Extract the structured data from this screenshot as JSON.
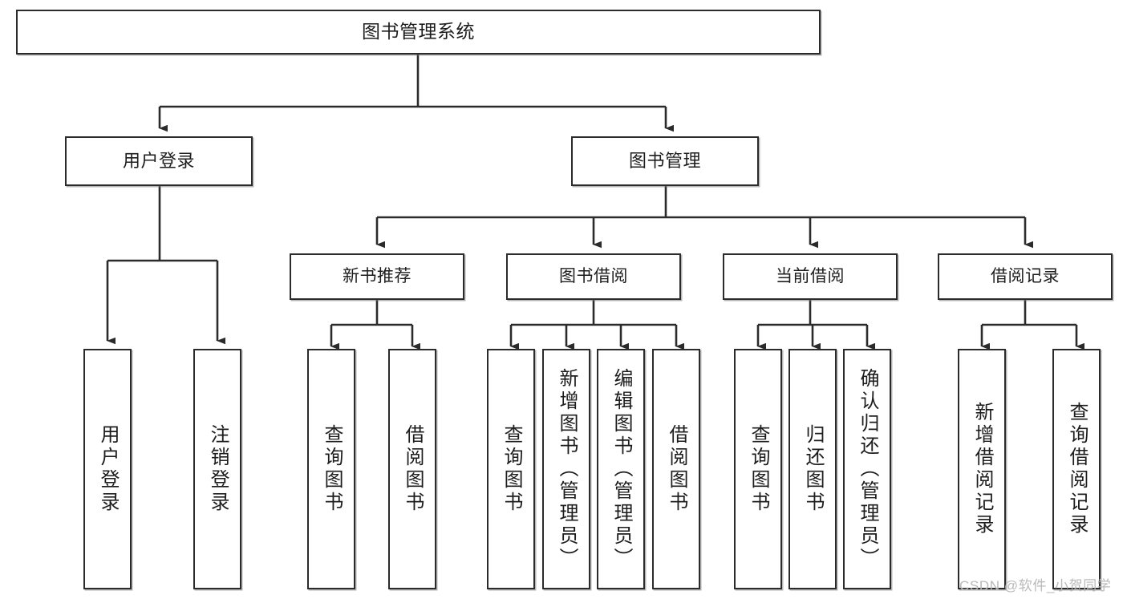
{
  "diagram": {
    "title": "图书管理系统",
    "type": "hierarchy-tree",
    "orientation": "top-down",
    "colors": {
      "box_border": "#2b2b2b",
      "box_fill": "#ffffff",
      "connector": "#2b2b2b",
      "text": "#1d1d1d",
      "watermark": "#b9b9b9",
      "background": "#ffffff"
    },
    "root": {
      "label": "图书管理系统"
    },
    "level2": [
      {
        "label": "用户登录"
      },
      {
        "label": "图书管理"
      }
    ],
    "level3": [
      {
        "label": "新书推荐"
      },
      {
        "label": "图书借阅"
      },
      {
        "label": "当前借阅"
      },
      {
        "label": "借阅记录"
      }
    ],
    "leaves": {
      "user_login": [
        {
          "label": "用户登录"
        },
        {
          "label": "注销登录"
        }
      ],
      "new_book_recommend": [
        {
          "label": "查询图书"
        },
        {
          "label": "借阅图书"
        }
      ],
      "book_borrow": [
        {
          "label": "查询图书"
        },
        {
          "label": "新增图书（管理员）"
        },
        {
          "label": "编辑图书（管理员）"
        },
        {
          "label": "借阅图书"
        }
      ],
      "current_borrow": [
        {
          "label": "查询图书"
        },
        {
          "label": "归还图书"
        },
        {
          "label": "确认归还（管理员）"
        }
      ],
      "borrow_record": [
        {
          "label": "新增借阅记录"
        },
        {
          "label": "查询借阅记录"
        }
      ]
    },
    "watermark": "CSDN @软件_小贺同学"
  }
}
